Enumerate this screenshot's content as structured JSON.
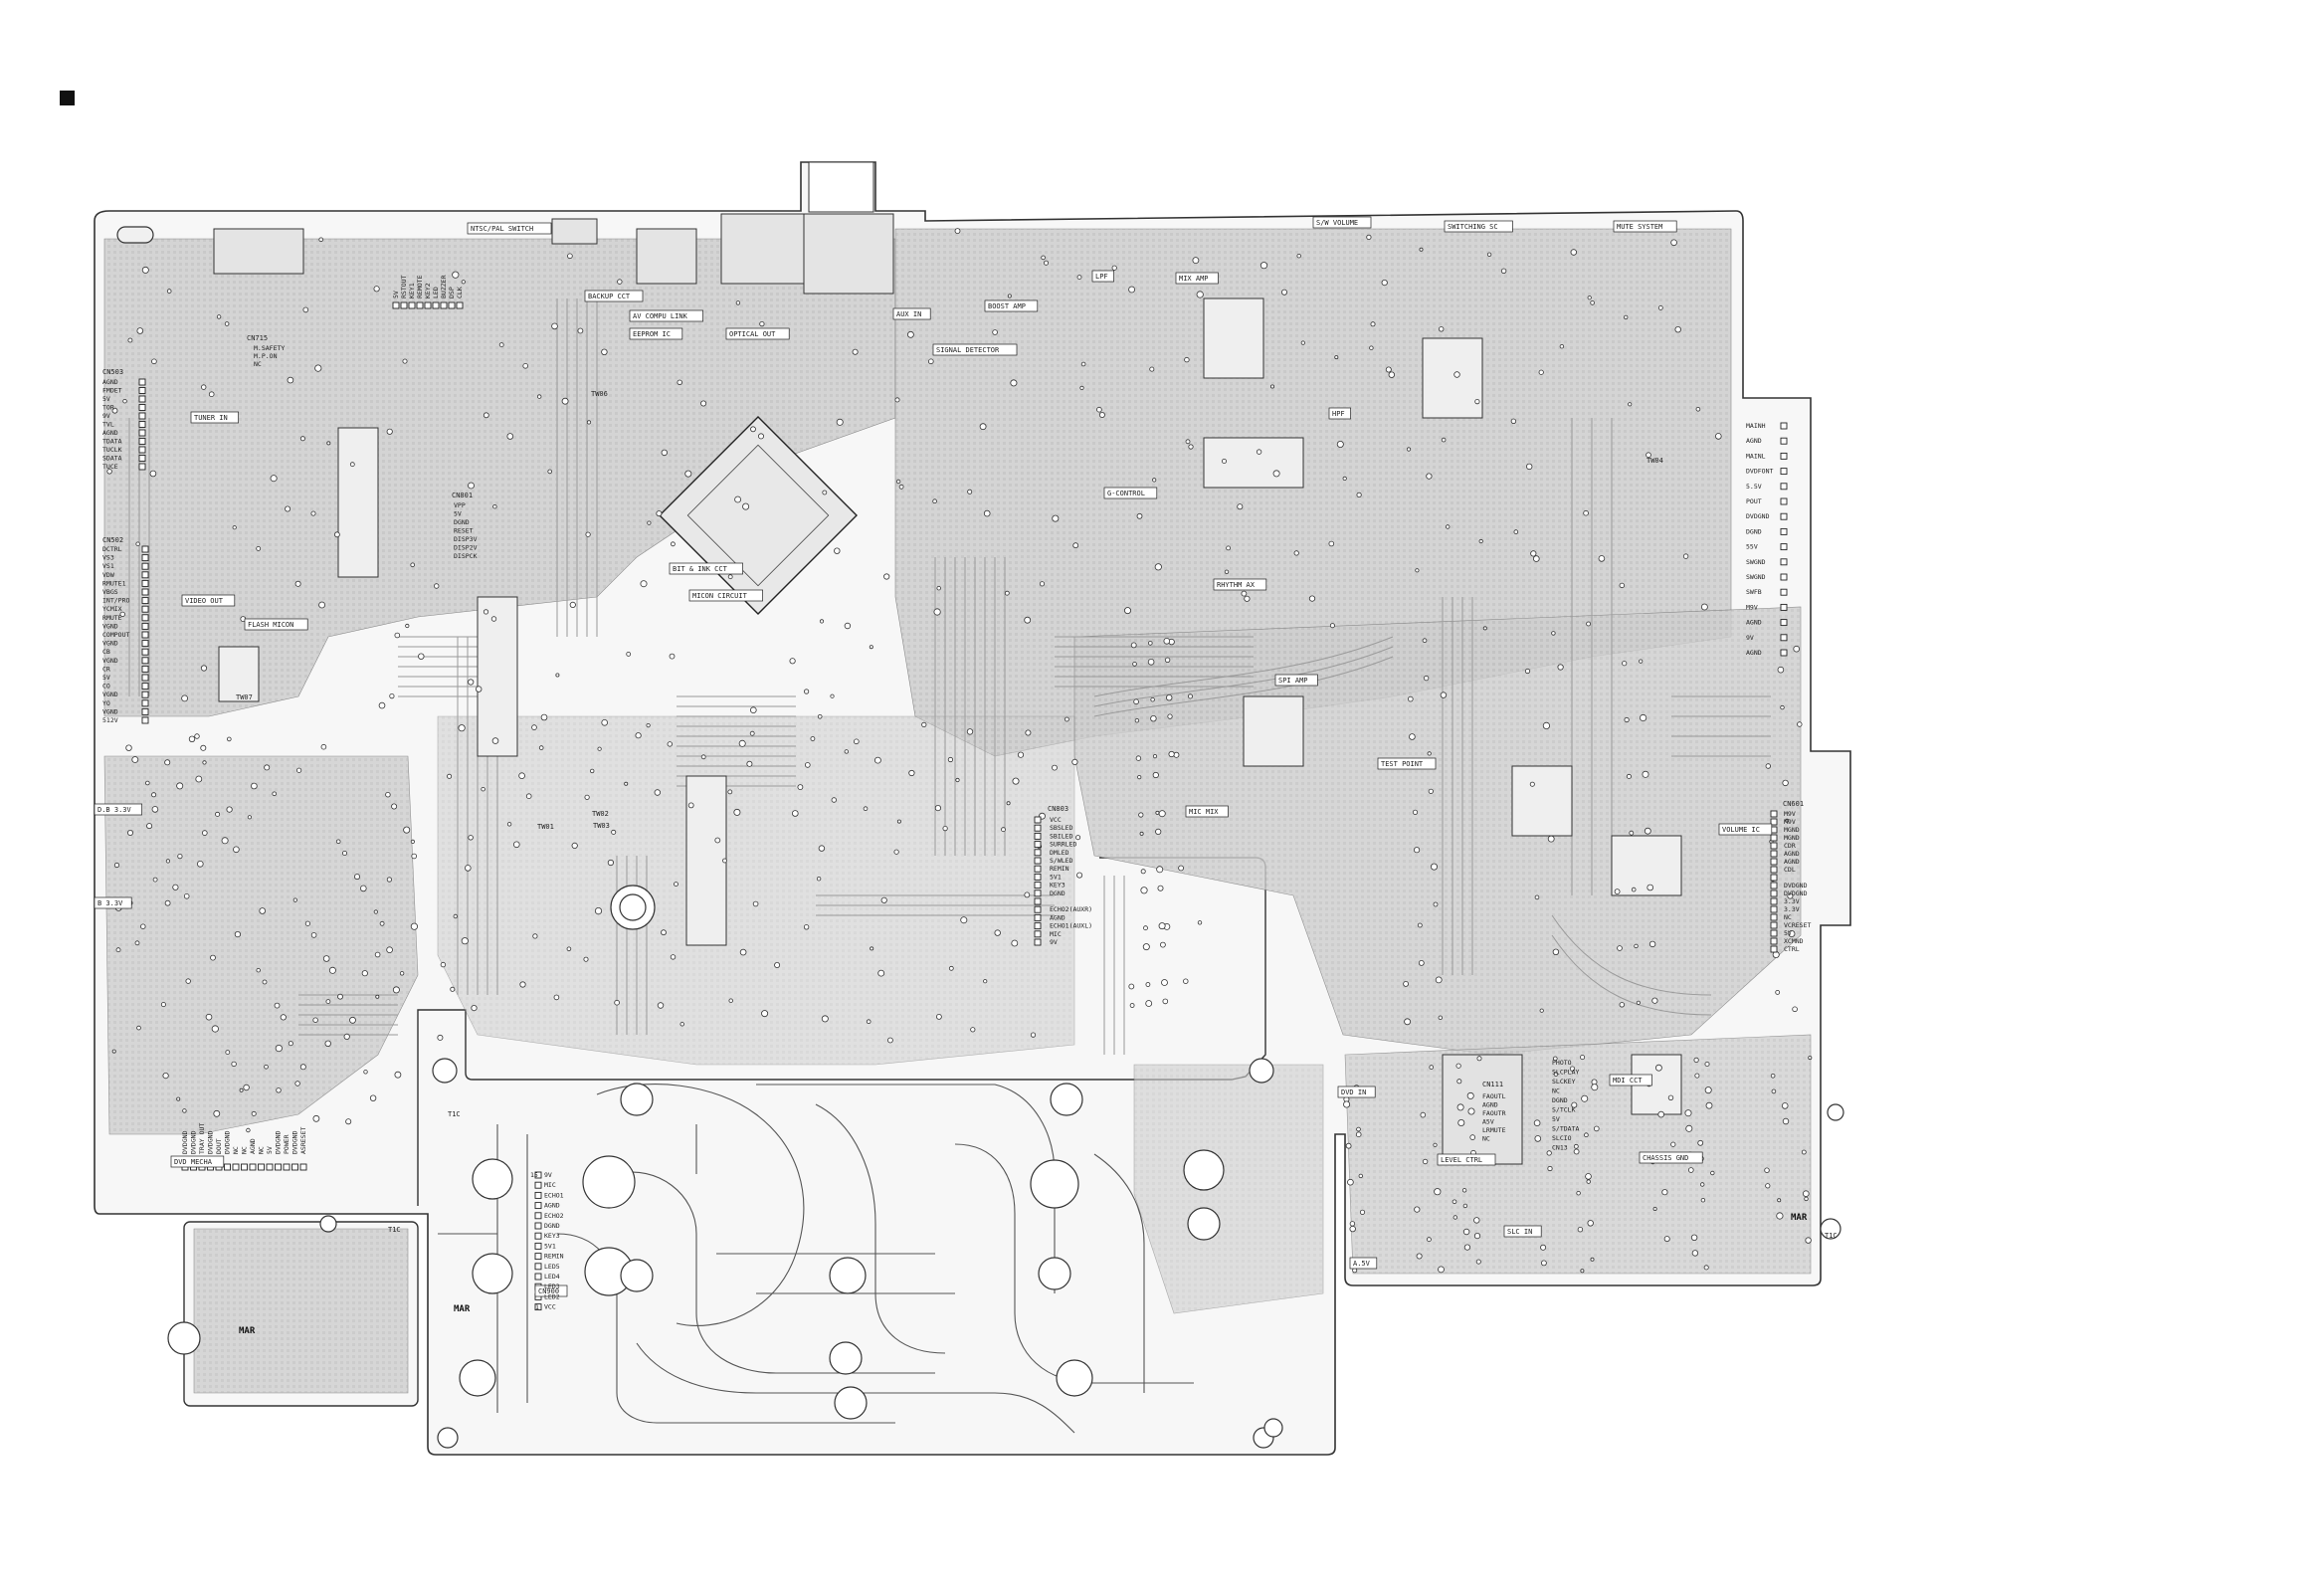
{
  "marker": "■",
  "colors": {
    "copper": "#cfcfcf",
    "outline": "#333333",
    "trace": "#bdbdbd",
    "silk": "#222222"
  },
  "boxed_labels": [
    "NTSC/PAL SWITCH",
    "S/W VOLUME",
    "SWITCHING SC",
    "MUTE SYSTEM",
    "AV COMPU LINK",
    "EEPROM IC",
    "BACKUP CCT",
    "OPTICAL OUT",
    "AUX IN",
    "BOOST AMP",
    "LPF",
    "MIX AMP",
    "SIGNAL DETECTOR",
    "HPF",
    "TUNER IN",
    "VIDEO OUT",
    "FLASH MICON",
    "BIT & INK CCT",
    "MICON CIRCUIT",
    "G-CONTROL",
    "RHYTHM AX",
    "SPI AMP",
    "TEST POINT",
    "MIC MIX",
    "VOLUME IC",
    "DVD MECHA",
    "LEVEL CTRL",
    "MDI CCT",
    "CHASSIS GND",
    "D.B 3.3V",
    "B 3.3V",
    "DVD IN",
    "A.5V",
    "SLC IN",
    "CN900"
  ],
  "small_labels": [
    "TW07",
    "TW03",
    "TW02",
    "TW01",
    "TW04",
    "TW06",
    "T1C",
    "T1C",
    "T1C"
  ],
  "mark_labels": [
    "MAR",
    "MAR",
    "MAR"
  ],
  "cn_labels": [
    "CN503",
    "CN502",
    "CN801",
    "CN803",
    "CN601",
    "CN111",
    "CN715"
  ],
  "cn503_pins": [
    "AGND",
    "FMDET",
    "5V",
    "TOR",
    "9V",
    "TVL",
    "AGND",
    "TDATA",
    "TUCLK",
    "SDATA",
    "TUCE"
  ],
  "cn502_pins": [
    "DCTRL",
    "VS3",
    "VS1",
    "VDW",
    "RMUTE1",
    "VBGS",
    "INT/PRO",
    "YCMIX",
    "RMUTE",
    "VGND",
    "COMPOUT",
    "VGND",
    "CB",
    "VGND",
    "CR",
    "5V",
    "CO",
    "VGND",
    "YO",
    "VGND",
    "512V"
  ],
  "cn801_pins": [
    "VPP",
    "5V",
    "DGND",
    "RESET",
    "DISP3V",
    "DISP2V",
    "DISPCK"
  ],
  "cn803_pins": [
    "VCC",
    "SBSLED",
    "SBILED",
    "SURRLED",
    "DMLED",
    "S/WLED",
    "REMIN",
    "5V1",
    "KEY3",
    "DGND",
    "",
    "ECHO2(AUXR)",
    "AGND",
    "ECHO1(AUXL)",
    "MIC",
    "9V"
  ],
  "cn601_pins": [
    "M9V",
    "M9V",
    "MGND",
    "MGND",
    "CDR",
    "AGND",
    "AGND",
    "CDL",
    "",
    "DVDGND",
    "DVDGND",
    "3.3V",
    "3.3V",
    "NC",
    "VCRESET",
    "5V",
    "XCMND",
    "CTRL"
  ],
  "rside_pins": [
    "MAINH",
    "AGND",
    "MAINL",
    "DVDFONT",
    "5.5V",
    "POUT",
    "DVDGND",
    "DGND",
    "55V",
    "SWGND",
    "SWGND",
    "SWFB",
    "M9V",
    "AGND",
    "9V",
    "AGND"
  ],
  "cn900_pins": [
    "9V",
    "MIC",
    "ECHO1",
    "AGND",
    "ECHO2",
    "DGND",
    "KEY3",
    "5V1",
    "REMIN",
    "LED5",
    "LED4",
    "LED3",
    "LED2",
    "VCC"
  ],
  "cn900_first": "15",
  "cn900_last": "1",
  "cn111_pins": [
    "FAOUTL",
    "AGND",
    "FAOUTR",
    "A5V",
    "LRMUTE",
    "NC"
  ],
  "mdi_pins": [
    "PHOTO",
    "SLCPLAY",
    "SLCKEY",
    "NC",
    "DGND",
    "S/TCLK",
    "5V",
    "S/TDATA",
    "SLCIO",
    "CN13"
  ],
  "bot_pins": [
    "DVDGND",
    "DVDGND",
    "TRAY OUT",
    "DVDGND",
    "DOUT",
    "DVDGND",
    "NC",
    "NC",
    "AGND",
    "NC",
    "5V",
    "DVDGND",
    "POWER",
    "DVDGND",
    "ASRESET"
  ],
  "top_pins": [
    "5V",
    "RSTOUT",
    "KEY1",
    "REMOTE",
    "KEY2",
    "LED",
    "BUZZER",
    "DSP",
    "CLK"
  ],
  "cn715_pins": [
    "M.SAFETY",
    "M.P.ON",
    "NC"
  ]
}
